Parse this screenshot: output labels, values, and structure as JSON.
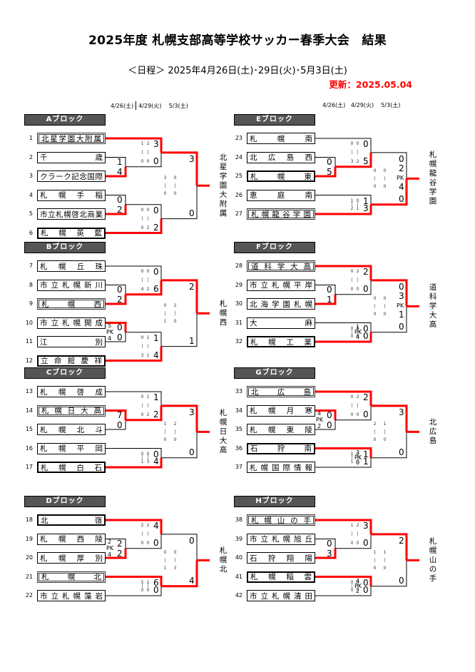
{
  "header": {
    "title": "2025年度 札幌支部高等学校サッカー春季大会　結果",
    "schedule": "＜日程＞ 2025年4月26日(土)･29日(火)･5月3日(土)",
    "updated": "更新：2025.05.04",
    "dates_left": [
      "4/26(土)",
      "4/29(火)",
      "5/3(土)"
    ],
    "dates_right": [
      "4/26(土)",
      "4/29(火)",
      "5/3(土)"
    ]
  },
  "colors": {
    "winner_line": "#ff0000",
    "loser_line": "#000000",
    "block_header_bg": "#555555",
    "updated_text": "#ff0000"
  },
  "blocks": [
    {
      "label": "Aブロック",
      "size": 6,
      "teams": [
        {
          "num": "1",
          "name": "北星学園大附属",
          "style": "double"
        },
        {
          "num": "2",
          "name": "千歳",
          "style": "normal"
        },
        {
          "num": "3",
          "name": "クラーク記念国際",
          "style": "normal"
        },
        {
          "num": "4",
          "name": "札幌手稲",
          "style": "normal"
        },
        {
          "num": "5",
          "name": "市立札幌啓北商業",
          "style": "normal"
        },
        {
          "num": "6",
          "name": "札幌英藍",
          "style": "thick"
        }
      ],
      "r1_top": {
        "scores": [
          "1",
          "4"
        ],
        "pk": null,
        "winner": 1
      },
      "r1_bot": {
        "scores": [
          "0",
          "2"
        ],
        "pk": null,
        "winner": 1
      },
      "r2_top": {
        "scores": [
          "3",
          "0"
        ],
        "halves": [
          [
            "1",
            "2"
          ],
          [
            "0",
            "0"
          ]
        ],
        "pk": null,
        "winner": 0
      },
      "r2_bot": {
        "scores": [
          "0",
          "2"
        ],
        "halves": [
          [
            "0",
            "0"
          ],
          [
            "0",
            "2"
          ]
        ],
        "pk": null,
        "winner": 1
      },
      "final": {
        "scores": [
          "3",
          "0"
        ],
        "halves": [
          [
            "3",
            "0"
          ],
          [
            "0",
            "0"
          ]
        ],
        "pk": null,
        "winner": 0
      },
      "champion": "北星学園大附属"
    },
    {
      "label": "Bブロック",
      "size": 6,
      "teams": [
        {
          "num": "7",
          "name": "札幌丘珠",
          "style": "normal"
        },
        {
          "num": "8",
          "name": "市立札幌新川",
          "style": "normal"
        },
        {
          "num": "9",
          "name": "札幌西",
          "style": "double"
        },
        {
          "num": "10",
          "name": "市立札幌開成",
          "style": "normal"
        },
        {
          "num": "11",
          "name": "江別",
          "style": "normal"
        },
        {
          "num": "12",
          "name": "立命館慶祥",
          "style": "thick"
        }
      ],
      "r1_top": {
        "scores": [
          "0",
          "2"
        ],
        "pk": null,
        "winner": 1
      },
      "r1_bot": {
        "scores": [
          "0",
          "0"
        ],
        "pk": [
          "5",
          "4"
        ],
        "winner": 0
      },
      "r2_top": {
        "scores": [
          "0",
          "6"
        ],
        "halves": [
          [
            "0",
            "0"
          ],
          [
            "4",
            "2"
          ]
        ],
        "pk": null,
        "winner": 1
      },
      "r2_bot": {
        "scores": [
          "1",
          "4"
        ],
        "halves": [
          [
            "0",
            "1"
          ],
          [
            "3",
            "1"
          ]
        ],
        "pk": null,
        "winner": 1
      },
      "final": {
        "scores": [
          "2",
          "1"
        ],
        "halves": [
          [
            "0",
            "2"
          ],
          [
            "1",
            "0"
          ]
        ],
        "pk": null,
        "winner": 0
      },
      "champion": "札幌西"
    },
    {
      "label": "Cブロック",
      "size": 5,
      "teams": [
        {
          "num": "13",
          "name": "札幌啓成",
          "style": "normal"
        },
        {
          "num": "14",
          "name": "札幌日大高",
          "style": "double"
        },
        {
          "num": "15",
          "name": "札幌北斗",
          "style": "normal"
        },
        {
          "num": "16",
          "name": "札幌平岡",
          "style": "normal"
        },
        {
          "num": "17",
          "name": "札幌白石",
          "style": "thick"
        }
      ],
      "r1_top": {
        "scores": [
          "7",
          "0"
        ],
        "pk": null,
        "winner": 0
      },
      "r2_top": {
        "scores": [
          "1",
          "2"
        ],
        "halves": [
          [
            "0",
            "1"
          ],
          [
            "0",
            "2"
          ]
        ],
        "pk": null,
        "winner": 1
      },
      "r2_bot": {
        "scores": [
          "0",
          "4"
        ],
        "halves": [
          [
            "0",
            "0"
          ],
          [
            "1",
            "3"
          ]
        ],
        "pk": null,
        "winner": 1
      },
      "final": {
        "scores": [
          "3",
          "0"
        ],
        "halves": [
          [
            "1",
            "2"
          ],
          [
            "0",
            "0"
          ]
        ],
        "pk": null,
        "winner": 0
      },
      "champion": "札幌日大高"
    },
    {
      "label": "Dブロック",
      "size": 5,
      "teams": [
        {
          "num": "18",
          "name": "北嶺",
          "style": "thick"
        },
        {
          "num": "19",
          "name": "札幌西陵",
          "style": "normal"
        },
        {
          "num": "20",
          "name": "札幌厚別",
          "style": "normal"
        },
        {
          "num": "21",
          "name": "札幌北",
          "style": "double"
        },
        {
          "num": "22",
          "name": "市立札幌藻岩",
          "style": "normal"
        }
      ],
      "r1_top": {
        "scores": [
          "2",
          "2"
        ],
        "pk": [
          "2",
          "4"
        ],
        "winner": 1
      },
      "r2_top": {
        "scores": [
          "4",
          "0"
        ],
        "halves": [
          [
            "2",
            "2"
          ],
          [
            "0",
            "0"
          ]
        ],
        "pk": null,
        "winner": 0
      },
      "r2_bot": {
        "scores": [
          "6",
          "0"
        ],
        "halves": [
          [
            "5",
            "1"
          ],
          [
            "0",
            "0"
          ]
        ],
        "pk": null,
        "winner": 0
      },
      "final": {
        "scores": [
          "0",
          "4"
        ],
        "halves": [
          [
            "0",
            "0"
          ],
          [
            "1",
            "3"
          ]
        ],
        "pk": null,
        "winner": 1
      },
      "champion": "札幌北"
    },
    {
      "label": "Eブロック",
      "size": 5,
      "teams": [
        {
          "num": "23",
          "name": "札幌南",
          "style": "normal"
        },
        {
          "num": "24",
          "name": "北広島西",
          "style": "normal"
        },
        {
          "num": "25",
          "name": "札幌東",
          "style": "thick"
        },
        {
          "num": "26",
          "name": "恵庭南",
          "style": "normal"
        },
        {
          "num": "27",
          "name": "札幌龍谷学園",
          "style": "double"
        }
      ],
      "r1_top": {
        "scores": [
          "0",
          "5"
        ],
        "pk": null,
        "winner": 1
      },
      "r2_top": {
        "scores": [
          "0",
          "5"
        ],
        "halves": [
          [
            "0",
            "0"
          ],
          [
            "3",
            "2"
          ]
        ],
        "pk": null,
        "winner": 1
      },
      "r2_bot": {
        "scores": [
          "1",
          "3"
        ],
        "halves": [
          [
            "1",
            "0"
          ],
          [
            "2",
            "1"
          ]
        ],
        "pk": null,
        "winner": 1
      },
      "final": {
        "scores": [
          "0",
          "0"
        ],
        "halves": [
          [
            "0",
            "0"
          ],
          [
            "0",
            "0"
          ]
        ],
        "pk": [
          "2",
          "4"
        ],
        "winner": 1
      },
      "champion": "札幌龍谷学園"
    },
    {
      "label": "Fブロック",
      "size": 5,
      "teams": [
        {
          "num": "28",
          "name": "道科学大高",
          "style": "double"
        },
        {
          "num": "29",
          "name": "市立札幌平岸",
          "style": "normal"
        },
        {
          "num": "30",
          "name": "北海学園札幌",
          "style": "normal"
        },
        {
          "num": "31",
          "name": "大麻",
          "style": "normal"
        },
        {
          "num": "32",
          "name": "札幌工業",
          "style": "thick"
        }
      ],
      "r1_top": {
        "scores": [
          "0",
          "1"
        ],
        "pk": null,
        "winner": 1
      },
      "r2_top": {
        "scores": [
          "2",
          "0"
        ],
        "halves": [
          [
            "0",
            "2"
          ],
          [
            "0",
            "0"
          ]
        ],
        "pk": null,
        "winner": 0
      },
      "r2_bot": {
        "scores": [
          "0",
          "0"
        ],
        "halves": [
          [
            "0",
            "0"
          ],
          [
            "0",
            "0"
          ]
        ],
        "pk": [
          "1",
          "4"
        ],
        "winner": 1
      },
      "final": {
        "scores": [
          "0",
          "0"
        ],
        "halves": [
          [
            "0",
            "0"
          ],
          [
            "0",
            "0"
          ]
        ],
        "pk": [
          "3",
          "1"
        ],
        "winner": 0
      },
      "champion": "道科学大高"
    },
    {
      "label": "Gブロック",
      "size": 5,
      "teams": [
        {
          "num": "33",
          "name": "北広島",
          "style": "double"
        },
        {
          "num": "34",
          "name": "札幌月寒",
          "style": "normal"
        },
        {
          "num": "35",
          "name": "札幌東陵",
          "style": "normal"
        },
        {
          "num": "36",
          "name": "石狩南",
          "style": "thick"
        },
        {
          "num": "37",
          "name": "札幌国際情報",
          "style": "normal"
        }
      ],
      "r1_top": {
        "scores": [
          "0",
          "0"
        ],
        "pk": [
          "4",
          "2"
        ],
        "winner": 0
      },
      "r2_top": {
        "scores": [
          "2",
          "0"
        ],
        "halves": [
          [
            "0",
            "2"
          ],
          [
            "0",
            "0"
          ]
        ],
        "pk": null,
        "winner": 0
      },
      "r2_bot": {
        "scores": [
          "1",
          "1"
        ],
        "halves": [
          [
            "1",
            "0"
          ],
          [
            "1",
            "0"
          ]
        ],
        "pk": [
          "3",
          "0"
        ],
        "winner": 0
      },
      "final": {
        "scores": [
          "3",
          "0"
        ],
        "halves": [
          [
            "2",
            "1"
          ],
          [
            "0",
            "0"
          ]
        ],
        "pk": null,
        "winner": 0
      },
      "champion": "北広島"
    },
    {
      "label": "Hブロック",
      "size": 5,
      "teams": [
        {
          "num": "38",
          "name": "札幌山の手",
          "style": "double"
        },
        {
          "num": "39",
          "name": "市立札幌旭丘",
          "style": "normal"
        },
        {
          "num": "40",
          "name": "石狩翔陽",
          "style": "normal"
        },
        {
          "num": "41",
          "name": "札幌稲雲",
          "style": "thick"
        },
        {
          "num": "42",
          "name": "市立札幌清田",
          "style": "normal"
        }
      ],
      "r1_top": {
        "scores": [
          "0",
          "3"
        ],
        "pk": null,
        "winner": 1
      },
      "r2_top": {
        "scores": [
          "3",
          "0"
        ],
        "halves": [
          [
            "1",
            "2"
          ],
          [
            "0",
            "0"
          ]
        ],
        "pk": null,
        "winner": 0
      },
      "r2_bot": {
        "scores": [
          "0",
          "0"
        ],
        "halves": [
          [
            "0",
            "0"
          ],
          [
            "0",
            "0"
          ]
        ],
        "pk": [
          "4",
          "2"
        ],
        "winner": 0
      },
      "final": {
        "scores": [
          "2",
          "0"
        ],
        "halves": [
          [
            "1",
            "1"
          ],
          [
            "0",
            "0"
          ]
        ],
        "pk": null,
        "winner": 0
      },
      "champion": "札幌山の手"
    }
  ]
}
